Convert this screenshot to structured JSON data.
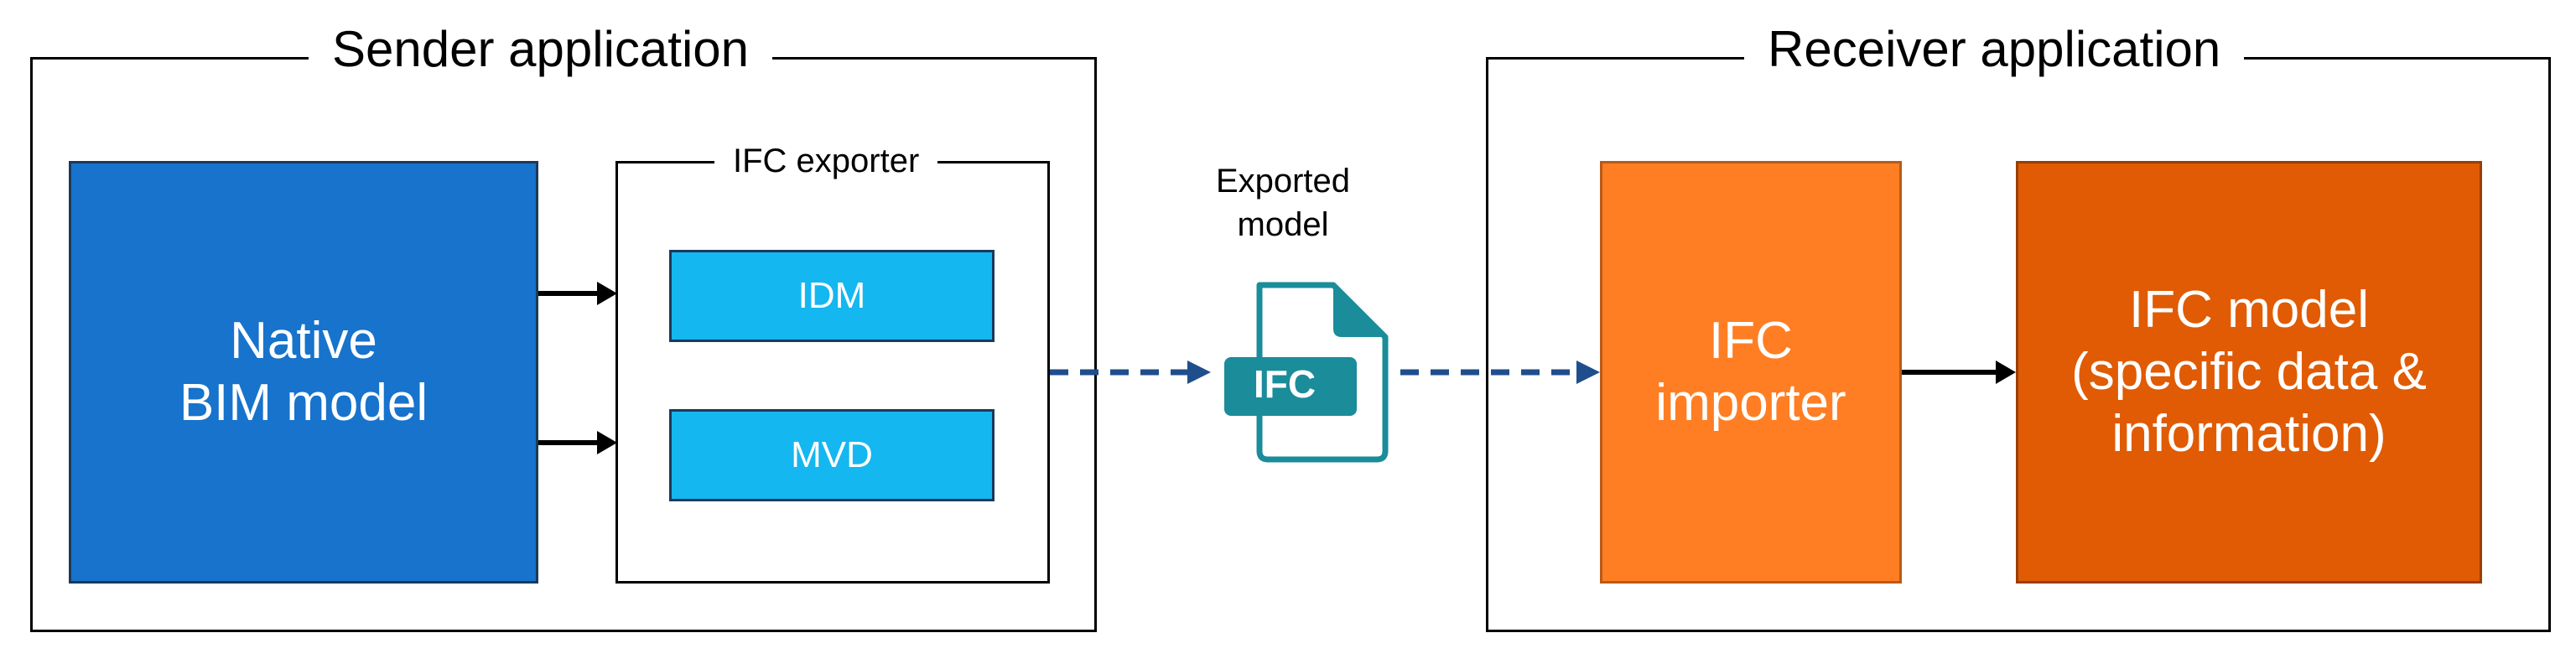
{
  "sender": {
    "title": "Sender application",
    "native_block": "Native\nBIM model",
    "exporter": {
      "title": "IFC exporter",
      "items": [
        "IDM",
        "MVD"
      ]
    }
  },
  "exported": {
    "caption": "Exported\nmodel",
    "file_icon_label": "IFC",
    "icon": "ifc-file-icon"
  },
  "receiver": {
    "title": "Receiver application",
    "importer_block": "IFC\nimporter",
    "model_block": "IFC model\n(specific data &\ninformation)"
  },
  "colors": {
    "native": "#1773cc",
    "standard": "#14b7f0",
    "importer": "#ff7e23",
    "model": "#e05b03",
    "dashed_arrow": "#1f4e8c",
    "icon": "#1a8c9a"
  }
}
